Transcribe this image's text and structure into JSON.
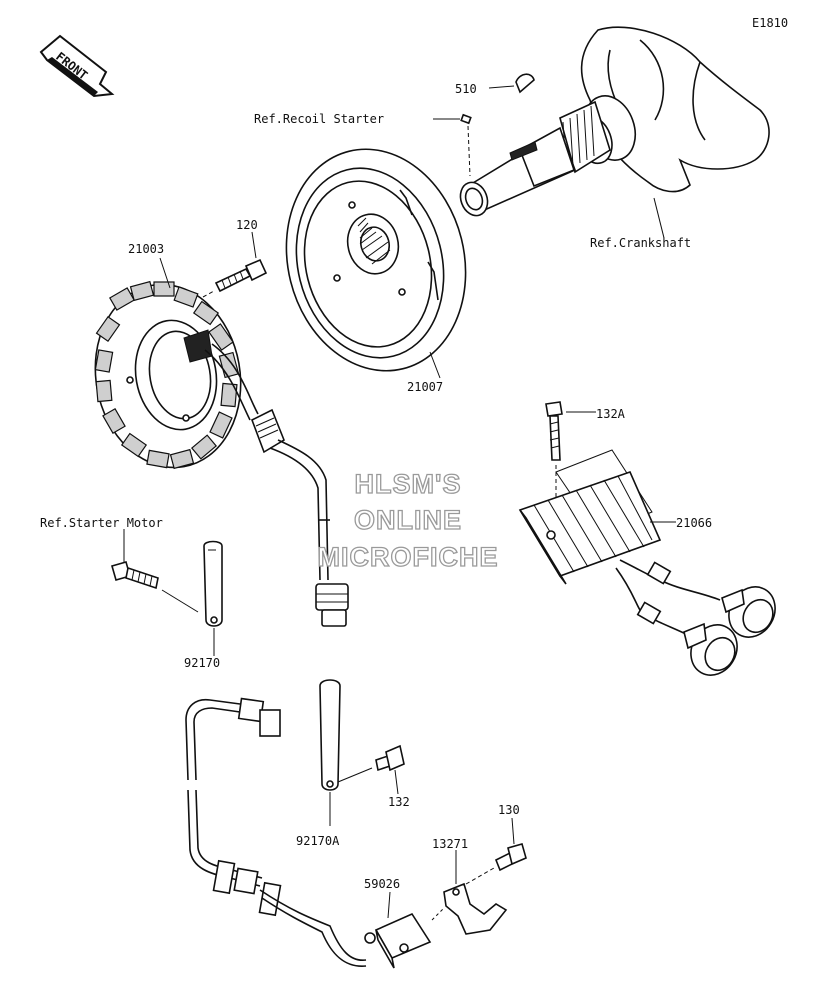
{
  "diagram": {
    "code": "E1810",
    "front_label": "FRONT",
    "watermark": [
      "HLSM'S",
      "ONLINE",
      "MICROFICHE"
    ],
    "callouts": {
      "p510": "510",
      "ref_recoil": "Ref.Recoil Starter",
      "ref_crankshaft": "Ref.Crankshaft",
      "p120": "120",
      "p21003": "21003",
      "p21007": "21007",
      "p132a": "132A",
      "p21066": "21066",
      "ref_starter_motor": "Ref.Starter Motor",
      "p92170": "92170",
      "p132": "132",
      "p92170a": "92170A",
      "p130": "130",
      "p13271": "13271",
      "p59026": "59026"
    }
  }
}
